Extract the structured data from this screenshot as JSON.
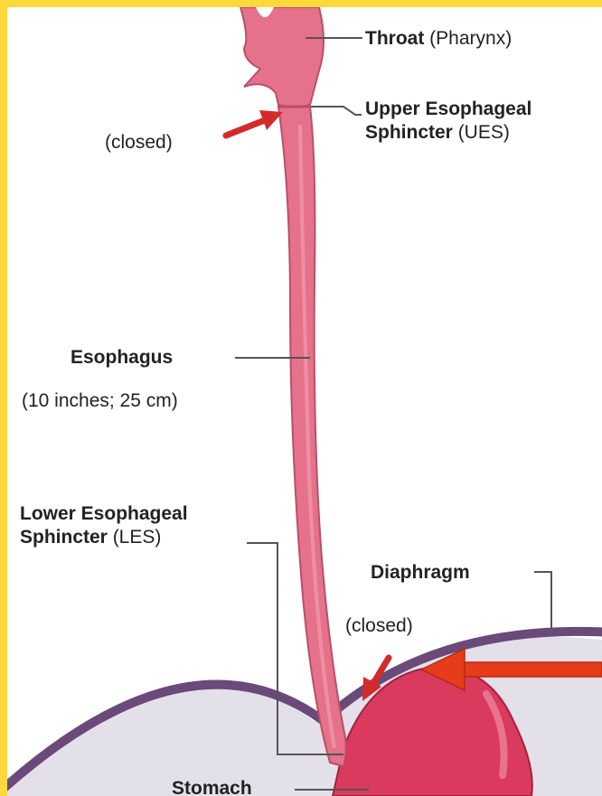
{
  "labels": {
    "throat_bold": "Throat",
    "throat_paren": " (Pharynx)",
    "ues_line1": "Upper Esophageal",
    "ues_bold2": "Sphincter",
    "ues_paren": " (UES)",
    "closed_upper": "(closed)",
    "esophagus_bold": "Esophagus",
    "esophagus_len": "(10 inches; 25 cm)",
    "les_line1": "Lower Esophageal",
    "les_bold2": "Sphincter",
    "les_paren": " (LES)",
    "diaphragm": "Diaphragm",
    "closed_lower": "(closed)",
    "stomach": "Stomach"
  },
  "colors": {
    "frame": "#fcd83c",
    "esophagus": "#e5728a",
    "stomach": "#d93a5e",
    "diaphragm": "#6a4a78",
    "cavity": "#e4e0ea",
    "small_arrow": "#d42a2a",
    "callout_arrow": "#e63c1a"
  }
}
